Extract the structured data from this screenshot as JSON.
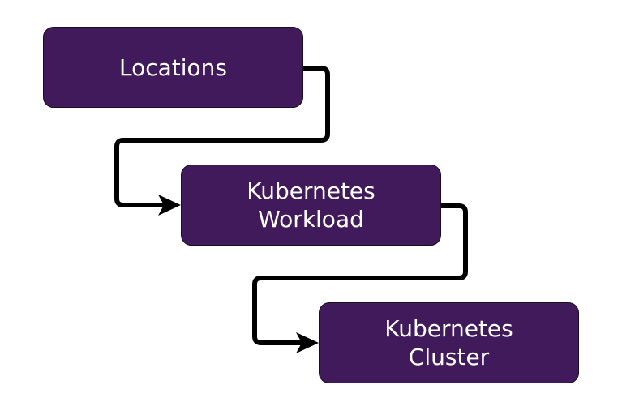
{
  "colors": {
    "node_fill": "#411a5c",
    "node_border": "#1a0d26",
    "node_text": "#ffffff",
    "connector": "#000000",
    "background": "#ffffff"
  },
  "nodes": [
    {
      "id": "locations",
      "label": "Locations"
    },
    {
      "id": "kubernetes-workload",
      "label": "Kubernetes\nWorkload"
    },
    {
      "id": "kubernetes-cluster",
      "label": "Kubernetes\nCluster"
    }
  ],
  "edges": [
    {
      "from": "locations",
      "to": "kubernetes-workload"
    },
    {
      "from": "kubernetes-workload",
      "to": "kubernetes-cluster"
    }
  ]
}
